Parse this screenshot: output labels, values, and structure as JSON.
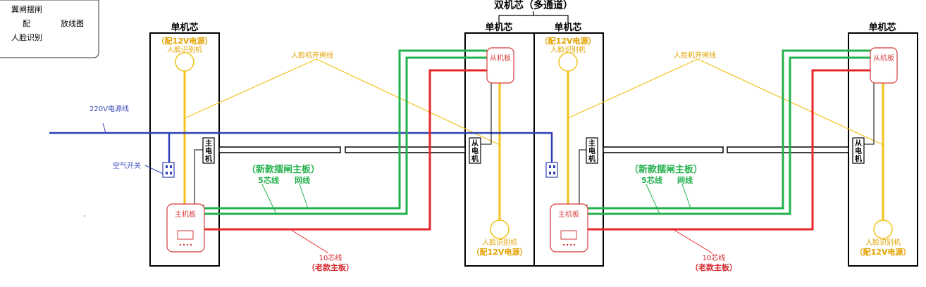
{
  "legend": {
    "line1": "翼闸摆闸",
    "line2a": "配",
    "line2b": "放线图",
    "line3": "人脸识别"
  },
  "dual_core_title": "双机芯（多通道）",
  "cabinets": {
    "left_title": "单机芯",
    "mid_left_title": "单机芯",
    "mid_right_title": "单机芯",
    "right_title": "单机芯"
  },
  "power_12v": "（配12V电源）",
  "face_reader": "人脸识别机",
  "face_open_line": "人脸机开闸线",
  "power_line_220v": "220V电源线",
  "air_switch": "空气开关",
  "main_motor": "主电机",
  "slave_motor": "从电机",
  "main_board": "主机板",
  "slave_board": "从机板",
  "new_main_board": "（新款摆闸主板）",
  "five_core": "5芯线",
  "net_line": "网线",
  "ten_core": "10芯线",
  "old_main_board": "（老款主板）",
  "colors": {
    "yellow": "#f2c21b",
    "green": "#22b14c",
    "red": "#e8262a",
    "blue": "#2e3fb5",
    "board_red": "#d63a3a",
    "text_orange": "#e3a200",
    "text_green": "#22b14c",
    "text_red": "#d4262a",
    "text_blue": "#3b4cb8"
  }
}
